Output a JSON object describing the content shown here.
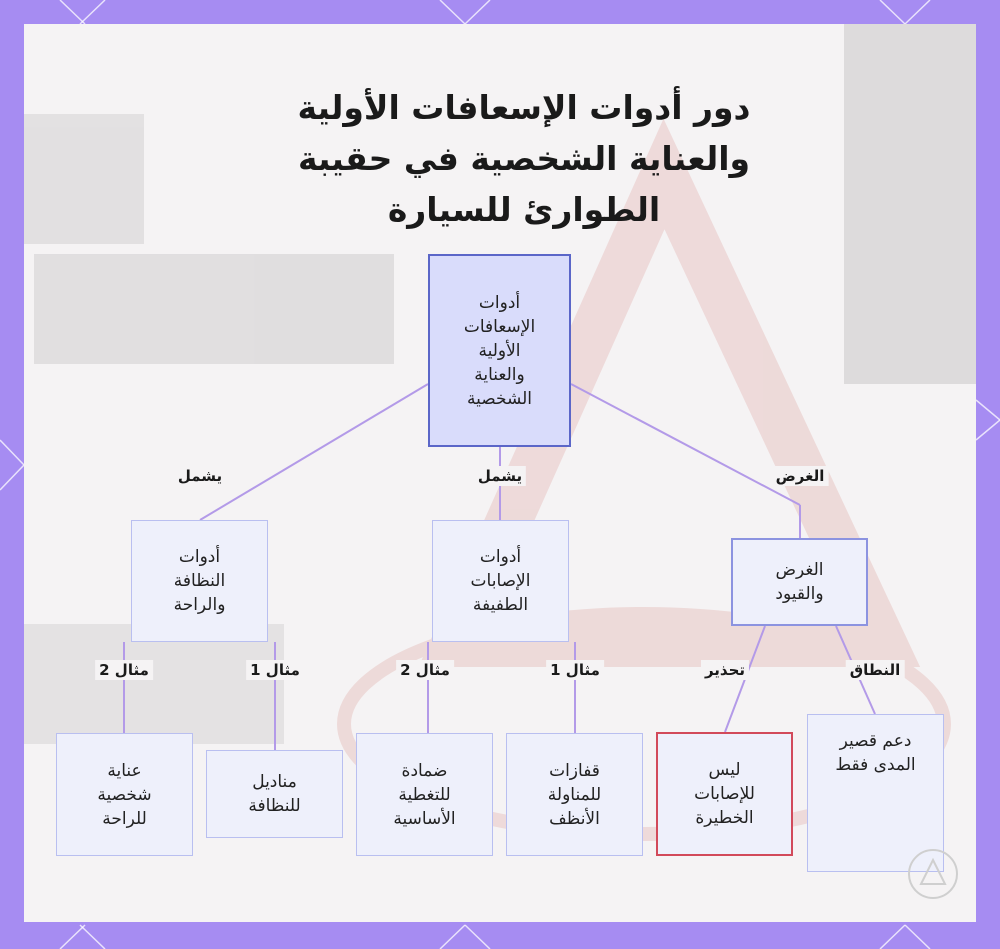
{
  "title_lines": [
    "دور أدوات الإسعافات الأولية",
    "والعناية الشخصية في حقيبة",
    "الطوارئ للسيارة"
  ],
  "nodes": {
    "root": [
      "أدوات",
      "الإسعافات",
      "الأولية",
      "والعناية",
      "الشخصية"
    ],
    "purpose": [
      "الغرض",
      "والقيود"
    ],
    "injuries": [
      "أدوات",
      "الإصابات",
      "الطفيفة"
    ],
    "hygiene": [
      "أدوات",
      "النظافة",
      "والراحة"
    ],
    "scope_value": [
      "دعم قصير",
      "المدى فقط"
    ],
    "warning_value": [
      "ليس",
      "للإصابات",
      "الخطيرة"
    ],
    "gloves": [
      "قفازات",
      "للمناولة",
      "الأنظف"
    ],
    "bandage": [
      "ضمادة",
      "للتغطية",
      "الأساسية"
    ],
    "wipes": [
      "مناديل",
      "للنظافة"
    ],
    "comfort": [
      "عناية",
      "شخصية",
      "للراحة"
    ]
  },
  "edge_labels": {
    "purpose": "الغرض",
    "includes_injuries": "يشمل",
    "includes_hygiene": "يشمل",
    "scope": "النطاق",
    "warning": "تحذير",
    "example1_injuries": "مثال 1",
    "example2_injuries": "مثال 2",
    "example1_hygiene": "مثال 1",
    "example2_hygiene": "مثال 2"
  },
  "colors": {
    "frame": "#a68cf2",
    "panel": "#f5f3f4",
    "edge": "#b39ae8",
    "root_fill": "#d9dcfb",
    "root_border": "#5b66c8",
    "node_fill": "#eef0fb",
    "node_border": "#b9bff0",
    "warning_border": "#d24a5a"
  }
}
